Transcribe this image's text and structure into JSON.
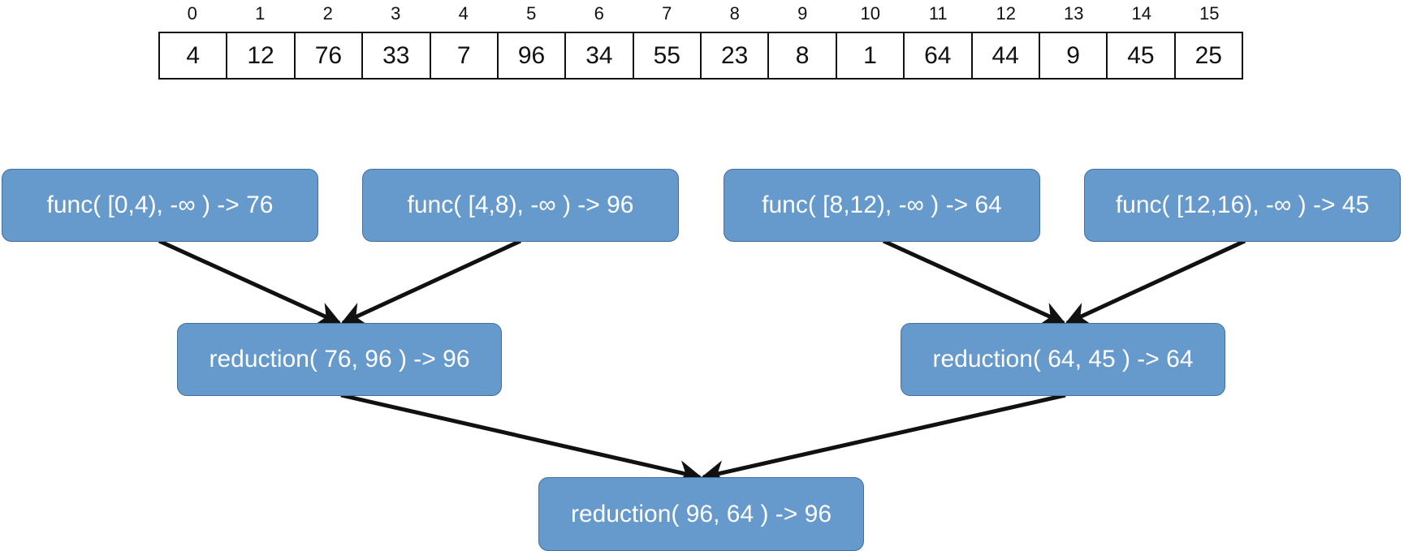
{
  "array": {
    "indices": [
      "0",
      "1",
      "2",
      "3",
      "4",
      "5",
      "6",
      "7",
      "8",
      "9",
      "10",
      "11",
      "12",
      "13",
      "14",
      "15"
    ],
    "values": [
      "4",
      "12",
      "76",
      "33",
      "7",
      "96",
      "34",
      "55",
      "23",
      "8",
      "1",
      "64",
      "44",
      "9",
      "45",
      "25"
    ]
  },
  "func_nodes": [
    {
      "label": "func( [0,4), -∞ ) -> 76"
    },
    {
      "label": "func( [4,8), -∞ ) -> 96"
    },
    {
      "label": "func( [8,12), -∞ ) -> 64"
    },
    {
      "label": "func( [12,16), -∞ ) -> 45"
    }
  ],
  "reduction_nodes": [
    {
      "label": "reduction( 76, 96 ) -> 96"
    },
    {
      "label": "reduction( 64, 45 ) -> 64"
    }
  ],
  "final_node": {
    "label": "reduction( 96, 64 ) -> 96"
  },
  "colors": {
    "node_fill": "#6699CC",
    "node_border": "#41719C",
    "arrow": "#111111"
  }
}
